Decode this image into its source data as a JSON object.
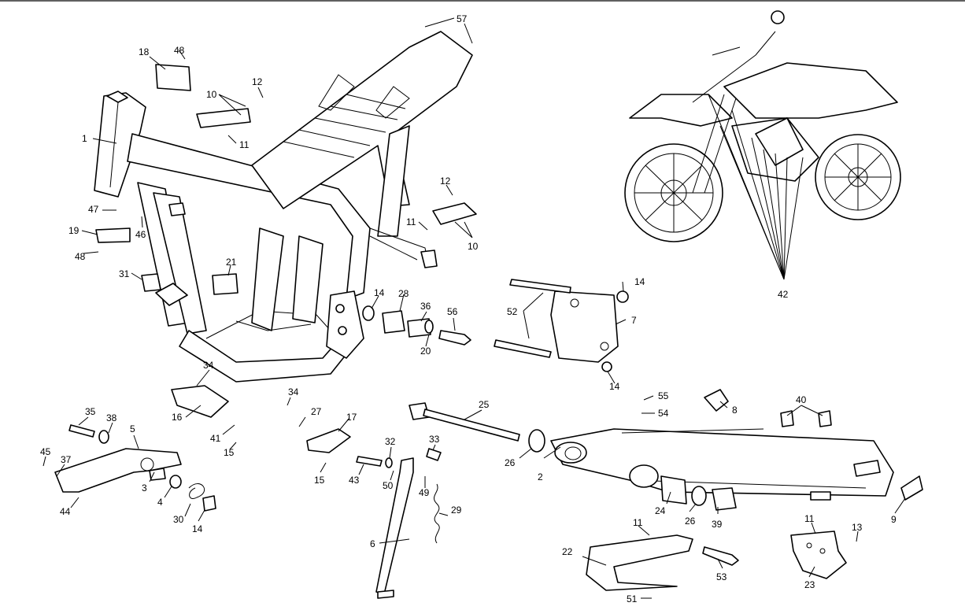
{
  "callouts": [
    {
      "id": "1",
      "text": "1"
    },
    {
      "id": "2",
      "text": "2"
    },
    {
      "id": "3",
      "text": "3"
    },
    {
      "id": "4",
      "text": "4"
    },
    {
      "id": "5",
      "text": "5"
    },
    {
      "id": "6",
      "text": "6"
    },
    {
      "id": "7",
      "text": "7"
    },
    {
      "id": "8",
      "text": "8"
    },
    {
      "id": "9",
      "text": "9"
    },
    {
      "id": "10a",
      "text": "10"
    },
    {
      "id": "10b",
      "text": "10"
    },
    {
      "id": "11a",
      "text": "11"
    },
    {
      "id": "11b",
      "text": "11"
    },
    {
      "id": "11c",
      "text": "11"
    },
    {
      "id": "11d",
      "text": "11"
    },
    {
      "id": "12a",
      "text": "12"
    },
    {
      "id": "12b",
      "text": "12"
    },
    {
      "id": "13",
      "text": "13"
    },
    {
      "id": "14a",
      "text": "14"
    },
    {
      "id": "14b",
      "text": "14"
    },
    {
      "id": "14c",
      "text": "14"
    },
    {
      "id": "14d",
      "text": "14"
    },
    {
      "id": "15a",
      "text": "15"
    },
    {
      "id": "15b",
      "text": "15"
    },
    {
      "id": "16",
      "text": "16"
    },
    {
      "id": "17",
      "text": "17"
    },
    {
      "id": "18",
      "text": "18"
    },
    {
      "id": "19",
      "text": "19"
    },
    {
      "id": "20",
      "text": "20"
    },
    {
      "id": "21",
      "text": "21"
    },
    {
      "id": "22",
      "text": "22"
    },
    {
      "id": "23",
      "text": "23"
    },
    {
      "id": "24",
      "text": "24"
    },
    {
      "id": "25",
      "text": "25"
    },
    {
      "id": "26a",
      "text": "26"
    },
    {
      "id": "26b",
      "text": "26"
    },
    {
      "id": "27",
      "text": "27"
    },
    {
      "id": "28",
      "text": "28"
    },
    {
      "id": "29",
      "text": "29"
    },
    {
      "id": "30",
      "text": "30"
    },
    {
      "id": "31",
      "text": "31"
    },
    {
      "id": "32",
      "text": "32"
    },
    {
      "id": "33",
      "text": "33"
    },
    {
      "id": "34a",
      "text": "34"
    },
    {
      "id": "34b",
      "text": "34"
    },
    {
      "id": "35",
      "text": "35"
    },
    {
      "id": "36",
      "text": "36"
    },
    {
      "id": "37",
      "text": "37"
    },
    {
      "id": "38",
      "text": "38"
    },
    {
      "id": "39",
      "text": "39"
    },
    {
      "id": "40",
      "text": "40"
    },
    {
      "id": "41",
      "text": "41"
    },
    {
      "id": "42",
      "text": "42"
    },
    {
      "id": "43",
      "text": "43"
    },
    {
      "id": "44",
      "text": "44"
    },
    {
      "id": "45",
      "text": "45"
    },
    {
      "id": "46",
      "text": "46"
    },
    {
      "id": "47",
      "text": "47"
    },
    {
      "id": "48a",
      "text": "48"
    },
    {
      "id": "48b",
      "text": "48"
    },
    {
      "id": "49",
      "text": "49"
    },
    {
      "id": "50",
      "text": "50"
    },
    {
      "id": "51",
      "text": "51"
    },
    {
      "id": "52",
      "text": "52"
    },
    {
      "id": "53",
      "text": "53"
    },
    {
      "id": "54",
      "text": "54"
    },
    {
      "id": "55",
      "text": "55"
    },
    {
      "id": "56",
      "text": "56"
    },
    {
      "id": "57",
      "text": "57"
    }
  ]
}
